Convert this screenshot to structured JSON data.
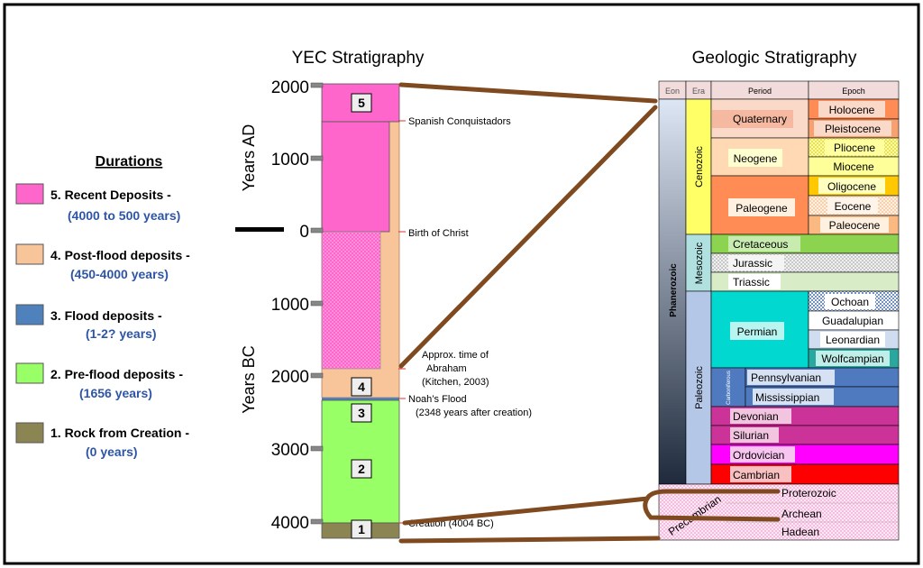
{
  "legend": {
    "title": "Durations",
    "items": [
      {
        "label": "5. Recent Deposits -",
        "duration": "(4000 to 500 years)",
        "color": "#ff66cc"
      },
      {
        "label": "4. Post-flood deposits  -",
        "duration": "(450-4000 years)",
        "color": "#f8c49a"
      },
      {
        "label": "3. Flood deposits -",
        "duration": "(1-2? years)",
        "color": "#4f81bd"
      },
      {
        "label": "2. Pre-flood deposits -",
        "duration": "(1656 years)",
        "color": "#99ff66"
      },
      {
        "label": "1. Rock from Creation -",
        "duration": "(0 years)",
        "color": "#8b8553"
      }
    ]
  },
  "yec": {
    "title": "YEC Stratigraphy",
    "axis_ad": "Years AD",
    "axis_bc": "Years BC",
    "ticks": [
      "2000",
      "1000",
      "0",
      "1000",
      "2000",
      "3000",
      "4000"
    ],
    "layer_numbers": [
      "5",
      "4",
      "3",
      "2",
      "1"
    ],
    "annotations": [
      {
        "lines": [
          "Spanish Conquistadors"
        ]
      },
      {
        "lines": [
          "Birth of Christ"
        ]
      },
      {
        "lines": [
          "Approx. time of",
          "Abraham",
          "(Kitchen, 2003)"
        ]
      },
      {
        "lines": [
          "Noah’s Flood",
          "(2348 years after creation)"
        ]
      },
      {
        "lines": [
          "Creation (4004 BC)"
        ]
      }
    ]
  },
  "geo": {
    "title": "Geologic  Stratigraphy",
    "headers": {
      "eon": "Eon",
      "era": "Era",
      "period": "Period",
      "epoch": "Epoch"
    },
    "eons": {
      "phanerozoic": "Phanerozoic",
      "precambrian": "Precambrian"
    },
    "eras": {
      "cenozoic": "Cenozoic",
      "mesozoic": "Mesozoic",
      "paleozoic": "Paleozoic"
    },
    "carboniferous": "Carboniferous",
    "periods": {
      "quaternary": "Quaternary",
      "neogene": "Neogene",
      "paleogene": "Paleogene",
      "cretaceous": "Cretaceous",
      "jurassic": "Jurassic",
      "triassic": "Triassic",
      "permian": "Permian",
      "pennsylvanian": "Pennsylvanian",
      "mississippian": "Mississippian",
      "devonian": "Devonian",
      "silurian": "Silurian",
      "ordovician": "Ordovician",
      "cambrian": "Cambrian"
    },
    "epochs": {
      "holocene": "Holocene",
      "pleistocene": "Pleistocene",
      "pliocene": "Pliocene",
      "miocene": "Miocene",
      "oligocene": "Oligocene",
      "eocene": "Eocene",
      "paleocene": "Paleocene",
      "ochoan": "Ochoan",
      "guadalupian": "Guadalupian",
      "leonardian": "Leonardian",
      "wolfcampian": "Wolfcampian"
    },
    "precambrian_eons": {
      "proterozoic": "Proterozoic",
      "archean": "Archean",
      "hadean": "Hadean"
    }
  },
  "colors": {
    "connector": "#7f4a20",
    "border": "#000000"
  }
}
